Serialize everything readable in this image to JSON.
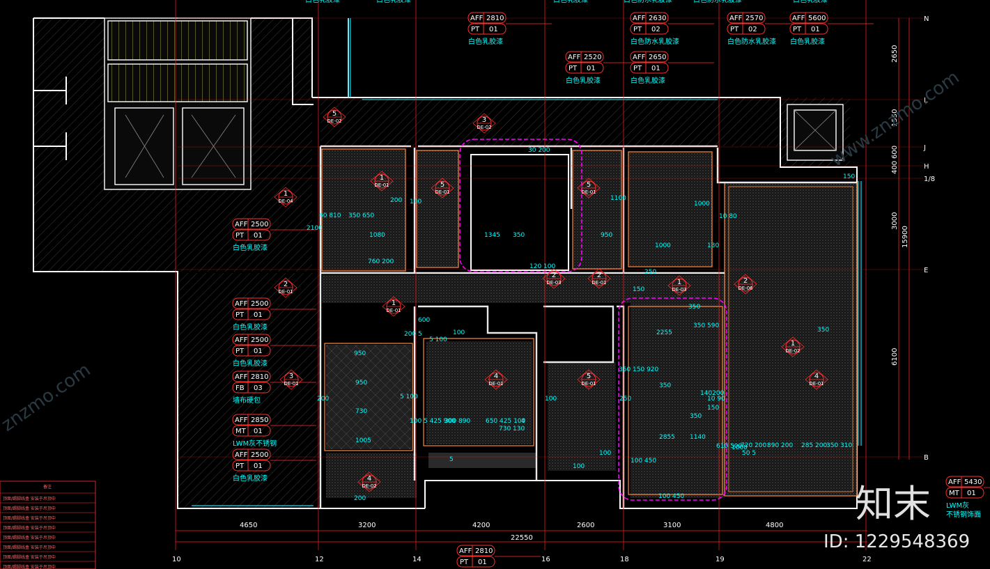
{
  "tags": [
    {
      "id": "t1",
      "aff": "2810",
      "code": "PT",
      "num": "01",
      "label": "白色乳胶漆"
    },
    {
      "id": "t2",
      "aff": "2630",
      "code": "PT",
      "num": "02",
      "label": "白色防水乳胶漆"
    },
    {
      "id": "t3",
      "aff": "2570",
      "code": "PT",
      "num": "02",
      "label": "白色防水乳胶漆"
    },
    {
      "id": "t4",
      "aff": "5600",
      "code": "PT",
      "num": "01",
      "label": "白色乳胶漆"
    },
    {
      "id": "t5",
      "aff": "2520",
      "code": "PT",
      "num": "01",
      "label": "白色乳胶漆"
    },
    {
      "id": "t6",
      "aff": "2650",
      "code": "PT",
      "num": "01",
      "label": "白色乳胶漆"
    },
    {
      "id": "t7",
      "aff": "2500",
      "code": "PT",
      "num": "01",
      "label": "白色乳胶漆"
    },
    {
      "id": "t8",
      "aff": "2500",
      "code": "PT",
      "num": "01",
      "label": "白色乳胶漆"
    },
    {
      "id": "t9",
      "aff": "2500",
      "code": "PT",
      "num": "01",
      "label": "白色乳胶漆"
    },
    {
      "id": "t10",
      "aff": "2810",
      "code": "FB",
      "num": "03",
      "label": "墙布硬包"
    },
    {
      "id": "t11",
      "aff": "2850",
      "code": "MT",
      "num": "01",
      "label": "LWM灰不锈钢"
    },
    {
      "id": "t12",
      "aff": "2500",
      "code": "PT",
      "num": "01",
      "label": "白色乳胶漆"
    },
    {
      "id": "t13",
      "aff": "2810",
      "code": "PT",
      "num": "01",
      "label": ""
    },
    {
      "id": "t14",
      "aff": "5430",
      "code": "MT",
      "num": "01",
      "label": "LWM灰"
    }
  ],
  "aff_prefix": "AFF",
  "tag14_label2": "不锈钢饰面",
  "markers": [
    {
      "id": "m1",
      "num": "5",
      "ref": "DE-02"
    },
    {
      "id": "m2",
      "num": "3",
      "ref": "DE-02"
    },
    {
      "id": "m3",
      "num": "1",
      "ref": "DE-04"
    },
    {
      "id": "m4",
      "num": "1",
      "ref": "DE-01"
    },
    {
      "id": "m5",
      "num": "5",
      "ref": "DE-01"
    },
    {
      "id": "m6",
      "num": "5",
      "ref": "DE-01"
    },
    {
      "id": "m7",
      "num": "2",
      "ref": "DE-01"
    },
    {
      "id": "m8",
      "num": "2",
      "ref": "DE-01"
    },
    {
      "id": "m9",
      "num": "1",
      "ref": "DE-03"
    },
    {
      "id": "m10",
      "num": "2",
      "ref": "DE-06"
    },
    {
      "id": "m11",
      "num": "1",
      "ref": "DE-01"
    },
    {
      "id": "m12",
      "num": "1",
      "ref": "DE-02"
    },
    {
      "id": "m13",
      "num": "3",
      "ref": "DE-01"
    },
    {
      "id": "m14",
      "num": "4",
      "ref": "DE-01"
    },
    {
      "id": "m15",
      "num": "5",
      "ref": "DE-01"
    },
    {
      "id": "m16",
      "num": "4",
      "ref": "DE-01"
    },
    {
      "id": "m17",
      "num": "4",
      "ref": "DE-02"
    },
    {
      "id": "m18",
      "num": "2",
      "ref": "DE-03"
    }
  ],
  "grid_right": [
    "N",
    "L",
    "J",
    "H",
    "1/8",
    "E",
    "B"
  ],
  "grid_bottom": [
    "10",
    "12",
    "14",
    "16",
    "18",
    "19",
    "22"
  ],
  "dims_bottom": [
    "4650",
    "3200",
    "4200",
    "2600",
    "3100",
    "4800"
  ],
  "dim_total": "22550",
  "dims_right": [
    "2650",
    "1550",
    "600",
    "400",
    "3000",
    "15900",
    "6100"
  ],
  "interior_dims": [
    "2100",
    "60 810",
    "350 650",
    "1080",
    "760 200",
    "200",
    "100",
    "1345",
    "350",
    "30 200",
    "120 100",
    "1100",
    "950",
    "1000",
    "10 80",
    "130",
    "250",
    "150",
    "150",
    "350",
    "350 590",
    "1000",
    "350",
    "2255",
    "350",
    "350 150 920",
    "140200",
    "10 90",
    "150",
    "350",
    "2855",
    "1140",
    "100 450",
    "100 450",
    "5 100",
    "5 100",
    "100 5 425 900",
    "300 890",
    "650 425 100",
    "4",
    "730 130",
    "950",
    "950",
    "730",
    "1005",
    "200",
    "200",
    "5",
    "1000",
    "50 5",
    "610 500",
    "720 200",
    "890 200",
    "285 200",
    "350 310",
    "100",
    "100",
    "100",
    "100",
    "250",
    "600",
    "200 5"
  ],
  "legend_title": "备注",
  "legend_rows": [
    "顶面/踢脚线盒 安装于吊顶中",
    "顶面/踢脚线盒 安装于吊顶中",
    "顶面/踢脚线盒 安装于吊顶中",
    "顶面/踢脚线盒 安装于吊顶中",
    "顶面/踢脚线盒 安装于吊顶中",
    "顶面/踢脚线盒 安装于吊顶中",
    "顶面/踢脚线盒 安装于吊顶中",
    "顶面/踢脚线盒 安装于吊顶中"
  ],
  "top_cut_labels": [
    "白色乳胶漆",
    "白色乳胶漆",
    "白色乳胶漆",
    "白色防水乳胶漆",
    "白色防水乳胶漆",
    "白色乳胶漆"
  ],
  "watermark_brand": "知末",
  "watermark_id": "ID: 1229548369",
  "watermark_diag": "www.znzmo.com",
  "watermark_diag2": "znzmo.com",
  "colors": {
    "wall": "#ff8a3d",
    "grid": "#ff2020",
    "cyan": "#00e5ff",
    "magenta": "#ff00ff",
    "tag": "#ff3030"
  }
}
